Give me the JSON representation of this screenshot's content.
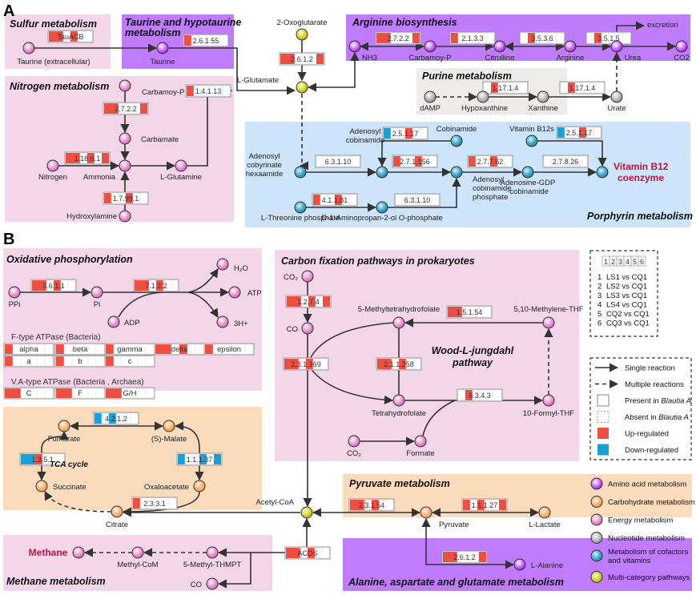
{
  "panels": {
    "A": "A",
    "B": "B"
  },
  "colors": {
    "up": "#ef4e43",
    "down": "#1a9fd6",
    "amino": "#b53ce8",
    "carbohydrate": "#f5a860",
    "energy": "#e37fc6",
    "nucleotide": "#a8a8a8",
    "cofactor": "#2f9cbd",
    "multi": "#d4cf2a",
    "bg_purple": "#c07cff",
    "bg_pink": "#f3d7e8",
    "bg_blue": "#cde4fb",
    "bg_orange": "#fadcbd",
    "bg_gray": "#efebeb",
    "highlight_red": "#b5173f"
  },
  "boxes": [
    {
      "id": "sulfur",
      "title": "Sulfur metabolism"
    },
    {
      "id": "taurine",
      "title": "Taurine and hypotaurine",
      "title2": "metabolism"
    },
    {
      "id": "nitrogen",
      "title": "Nitrogen metabolism"
    },
    {
      "id": "arginine",
      "title": "Arginine biosynthesis"
    },
    {
      "id": "purine",
      "title": "Purine metabolism"
    },
    {
      "id": "porphyrin",
      "title": "Porphyrin metabolism"
    },
    {
      "id": "oxphos",
      "title": "Oxidative phosphorylation"
    },
    {
      "id": "carbonfix",
      "title": "Carbon fixation pathways in prokaryotes"
    },
    {
      "id": "tca",
      "title": "TCA cycle"
    },
    {
      "id": "pyruvate",
      "title": "Pyruvate metabolism"
    },
    {
      "id": "methane",
      "title": "Methane metabolism"
    },
    {
      "id": "alanine",
      "title": "Alanine, aspartate and glutamate metabolism"
    },
    {
      "id": "wood",
      "title": "Wood-L-jungdahl",
      "title2": "pathway"
    }
  ],
  "nodes": [
    {
      "id": "taurine_ext",
      "label": "Taurine (extracellular)",
      "type": "energy"
    },
    {
      "id": "taurine",
      "label": "Taurine",
      "type": "amino"
    },
    {
      "id": "oxoglutarate",
      "label": "2-Oxoglutarate",
      "type": "multi"
    },
    {
      "id": "glutamate",
      "label": "L-Glutamate",
      "type": "multi"
    },
    {
      "id": "nh3",
      "label": "NH3",
      "type": "amino"
    },
    {
      "id": "carbamoylp_a",
      "label": "Carbamoy-P",
      "type": "amino"
    },
    {
      "id": "citrulline",
      "label": "Citrulline",
      "type": "amino"
    },
    {
      "id": "arginine",
      "label": "Arginine",
      "type": "amino"
    },
    {
      "id": "urea",
      "label": "Urea",
      "type": "amino"
    },
    {
      "id": "co2_a",
      "label": "CO2",
      "type": "amino"
    },
    {
      "id": "excretion",
      "label": "excretion",
      "type": "text"
    },
    {
      "id": "damp",
      "label": "dAMP",
      "type": "nucleotide"
    },
    {
      "id": "hypoxanthine",
      "label": "Hypoxanthine",
      "type": "nucleotide"
    },
    {
      "id": "xanthine",
      "label": "Xanthine",
      "type": "nucleotide"
    },
    {
      "id": "urate",
      "label": "Urate",
      "type": "nucleotide"
    },
    {
      "id": "carbamoylp_n",
      "label": "Carbamoy-P",
      "type": "energy"
    },
    {
      "id": "carbamate",
      "label": "Carbamate",
      "type": "energy"
    },
    {
      "id": "nitrogen",
      "label": "Nitrogen",
      "type": "energy"
    },
    {
      "id": "ammonia",
      "label": "Ammonia",
      "type": "energy"
    },
    {
      "id": "lglutamine",
      "label": "L-Glutamine",
      "type": "energy"
    },
    {
      "id": "hydroxylamine",
      "label": "Hydroxylamine",
      "type": "energy"
    },
    {
      "id": "adocbh",
      "label": "Adenosyl|cobyrinate|hexaamide",
      "type": "cofactor"
    },
    {
      "id": "adocbi",
      "label": "Adenosyl|cobinamide",
      "type": "cofactor"
    },
    {
      "id": "cobinamide",
      "label": "Cobinamide",
      "type": "cofactor"
    },
    {
      "id": "adocbip",
      "label": "Adenosyl|cobinamide|phosphate",
      "type": "cofactor"
    },
    {
      "id": "adogdp",
      "label": "Adenosine-GDP|-cobinamide",
      "type": "cofactor"
    },
    {
      "id": "b12s",
      "label": "Vitamin B12s",
      "type": "cofactor"
    },
    {
      "id": "b12co",
      "label": "Vitamin B12|coenzyme",
      "type": "cofactor"
    },
    {
      "id": "thrp",
      "label": "L-Threonine phosphate",
      "type": "cofactor"
    },
    {
      "id": "d1amino",
      "label": "D-1-Aminopropan-2-ol O-phosphate",
      "type": "cofactor"
    },
    {
      "id": "ppi",
      "label": "PPi",
      "type": "energy"
    },
    {
      "id": "pi",
      "label": "Pi",
      "type": "energy"
    },
    {
      "id": "adp",
      "label": "ADP",
      "type": "energy"
    },
    {
      "id": "h2o",
      "label": "H₂O",
      "type": "energy"
    },
    {
      "id": "atp",
      "label": "ATP",
      "type": "energy"
    },
    {
      "id": "h3",
      "label": "3H+",
      "type": "energy"
    },
    {
      "id": "co2_b1",
      "label": "CO₂",
      "type": "energy"
    },
    {
      "id": "co_b",
      "label": "CO",
      "type": "energy"
    },
    {
      "id": "mthf",
      "label": "5-Methyltetrahydrofolate",
      "type": "energy"
    },
    {
      "id": "methylenethf",
      "label": "5,10-Methylene-THF",
      "type": "energy"
    },
    {
      "id": "thf",
      "label": "Tetrahydrofolate",
      "type": "energy"
    },
    {
      "id": "formylthf",
      "label": "10-Formyl-THF",
      "type": "energy"
    },
    {
      "id": "co2_b2",
      "label": "CO₂",
      "type": "energy"
    },
    {
      "id": "formate",
      "label": "Formate",
      "type": "energy"
    },
    {
      "id": "fumarate",
      "label": "Fumarate",
      "type": "carbohydrate"
    },
    {
      "id": "malate",
      "label": "(S)-Malate",
      "type": "carbohydrate"
    },
    {
      "id": "succinate",
      "label": "Succinate",
      "type": "carbohydrate"
    },
    {
      "id": "oxaloacetate",
      "label": "Oxaloacetate",
      "type": "carbohydrate"
    },
    {
      "id": "citrate",
      "label": "Citrate",
      "type": "carbohydrate"
    },
    {
      "id": "acetylcoa",
      "label": "Acetyl-CoA",
      "type": "multi"
    },
    {
      "id": "pyruvate",
      "label": "Pyruvate",
      "type": "carbohydrate"
    },
    {
      "id": "lactate",
      "label": "L-Lactate",
      "type": "carbohydrate"
    },
    {
      "id": "alanine",
      "label": "L-Alanine",
      "type": "amino"
    },
    {
      "id": "methane",
      "label": "Methane",
      "type": "energy"
    },
    {
      "id": "methylcom",
      "label": "Methyl-CoM",
      "type": "energy"
    },
    {
      "id": "methylthmpt",
      "label": "5-Methyl-THMPT",
      "type": "energy"
    },
    {
      "id": "co_m",
      "label": "CO",
      "type": "energy"
    }
  ],
  "enzymes": [
    {
      "id": "tauacb",
      "label": "TauACB",
      "cells": [
        "up",
        "up",
        "none",
        "up",
        "none",
        "none"
      ]
    },
    {
      "id": "e26155",
      "label": "2.6.1.55",
      "cells": [
        "up",
        "none",
        "none",
        "none",
        "none",
        "none"
      ]
    },
    {
      "id": "e2612a",
      "label": "2.6.1.2",
      "cells": [
        "up",
        "up",
        "none",
        "none",
        "none",
        "up"
      ]
    },
    {
      "id": "e2722a",
      "label": "2.7.2.2",
      "cells": [
        "up",
        "up",
        "none",
        "none",
        "none",
        "up"
      ]
    },
    {
      "id": "e21333",
      "label": "2.1.3.3",
      "cells": [
        "up",
        "none",
        "none",
        "none",
        "none",
        "none"
      ]
    },
    {
      "id": "e3536",
      "label": "3.5.3.6",
      "cells": [
        "none",
        "up",
        "none",
        "none",
        "none",
        "none"
      ]
    },
    {
      "id": "e3515",
      "label": "3.5.1.5",
      "cells": [
        "none",
        "up",
        "none",
        "none",
        "none",
        "none"
      ]
    },
    {
      "id": "e11714a",
      "label": "1.17.1.4",
      "cells": [
        "none",
        "up",
        "none",
        "none",
        "none",
        "none"
      ]
    },
    {
      "id": "e11714b",
      "label": "1.17.1.4",
      "cells": [
        "none",
        "up",
        "none",
        "none",
        "none",
        "none"
      ]
    },
    {
      "id": "e14113",
      "label": "1.4.1.13",
      "cells": [
        "up",
        "none",
        "none",
        "none",
        "none",
        "none"
      ]
    },
    {
      "id": "e2722n",
      "label": "2.7.2.2",
      "cells": [
        "up",
        "up",
        "none",
        "none",
        "none",
        "up"
      ]
    },
    {
      "id": "e11861",
      "label": "1.18.6.1",
      "cells": [
        "up",
        "up",
        "none",
        "up",
        "none",
        "up"
      ]
    },
    {
      "id": "e17991",
      "label": "1.7.99.1",
      "cells": [
        "up",
        "none",
        "none",
        "up",
        "none",
        "none"
      ]
    },
    {
      "id": "e25117a",
      "label": "2.5.1.17",
      "cells": [
        "down",
        "none",
        "none",
        "up",
        "none",
        "none"
      ]
    },
    {
      "id": "e63110a",
      "label": "6.3.1.10",
      "cells": [
        "none",
        "none",
        "none",
        "none",
        "none",
        "none"
      ]
    },
    {
      "id": "e271156",
      "label": "2.7.1.156",
      "cells": [
        "up",
        "none",
        "none",
        "up",
        "none",
        "none"
      ]
    },
    {
      "id": "e27762",
      "label": "2.7.7.62",
      "cells": [
        "up",
        "none",
        "none",
        "up",
        "none",
        "none"
      ]
    },
    {
      "id": "e25117b",
      "label": "2.5.1.17",
      "cells": [
        "down",
        "none",
        "none",
        "up",
        "none",
        "none"
      ]
    },
    {
      "id": "e27826",
      "label": "2.7.8.26",
      "cells": [
        "none",
        "none",
        "none",
        "none",
        "none",
        "none"
      ]
    },
    {
      "id": "e41181",
      "label": "4.1.1.81",
      "cells": [
        "up",
        "none",
        "none",
        "up",
        "none",
        "none"
      ]
    },
    {
      "id": "e63110b",
      "label": "6.3.1.10",
      "cells": [
        "none",
        "none",
        "none",
        "none",
        "none",
        "none"
      ]
    },
    {
      "id": "e3611",
      "label": "3.6.1.1",
      "cells": [
        "up",
        "up",
        "none",
        "up",
        "none",
        "none"
      ]
    },
    {
      "id": "e7122",
      "label": "7.1.2.2",
      "cells": [
        "up",
        "up",
        "none",
        "up",
        "none",
        "none"
      ]
    },
    {
      "id": "alpha",
      "label": "alpha",
      "cells": [
        "up",
        "none",
        "none",
        "none",
        "none",
        "none"
      ]
    },
    {
      "id": "beta",
      "label": "beta",
      "cells": [
        "up",
        "none",
        "none",
        "none",
        "none",
        "none"
      ]
    },
    {
      "id": "gamma",
      "label": "gamma",
      "cells": [
        "up",
        "none",
        "none",
        "none",
        "none",
        "none"
      ]
    },
    {
      "id": "delta",
      "label": "delta",
      "cells": [
        "up",
        "up",
        "none",
        "up",
        "none",
        "none"
      ]
    },
    {
      "id": "epsilon",
      "label": "epsilon",
      "cells": [
        "up",
        "none",
        "none",
        "none",
        "none",
        "none"
      ]
    },
    {
      "id": "a",
      "label": "a",
      "cells": [
        "up",
        "none",
        "none",
        "none",
        "none",
        "none"
      ]
    },
    {
      "id": "b",
      "label": "b",
      "cells": [
        "up",
        "none",
        "none",
        "none",
        "none",
        "none"
      ]
    },
    {
      "id": "c",
      "label": "c",
      "cells": [
        "up",
        "none",
        "none",
        "none",
        "none",
        "none"
      ]
    },
    {
      "id": "vC",
      "label": "C",
      "cells": [
        "up",
        "up",
        "none",
        "none",
        "none",
        "none"
      ]
    },
    {
      "id": "vF",
      "label": "F",
      "cells": [
        "up",
        "up",
        "none",
        "none",
        "none",
        "none"
      ]
    },
    {
      "id": "vGH",
      "label": "G/H",
      "cells": [
        "up",
        "up",
        "none",
        "none",
        "none",
        "none"
      ]
    },
    {
      "id": "e1274",
      "label": "1.2.7.4",
      "cells": [
        "up",
        "up",
        "none",
        "up",
        "none",
        "up"
      ]
    },
    {
      "id": "e23169",
      "label": "2.3.1.169",
      "cells": [
        "up",
        "up",
        "none",
        "up",
        "none",
        "none"
      ]
    },
    {
      "id": "e21258",
      "label": "2.1.1.258",
      "cells": [
        "up",
        "up",
        "none",
        "up",
        "none",
        "none"
      ]
    },
    {
      "id": "e15154",
      "label": "1.5.1.54",
      "cells": [
        "up",
        "up",
        "none",
        "none",
        "none",
        "none"
      ]
    },
    {
      "id": "e6343",
      "label": "6.3.4.3",
      "cells": [
        "none",
        "up",
        "none",
        "none",
        "none",
        "none"
      ]
    },
    {
      "id": "e4212",
      "label": "4.2.1.2",
      "cells": [
        "down",
        "none",
        "down",
        "none",
        "none",
        "none"
      ]
    },
    {
      "id": "e1351",
      "label": "1.3.5.1",
      "cells": [
        "down",
        "down",
        "up",
        "none",
        "none",
        "none"
      ]
    },
    {
      "id": "e11137",
      "label": "1.1.1.37",
      "cells": [
        "down",
        "none",
        "none",
        "down",
        "none",
        "down"
      ]
    },
    {
      "id": "e2331",
      "label": "2.3.3.1",
      "cells": [
        "up",
        "none",
        "none",
        "none",
        "none",
        "none"
      ]
    },
    {
      "id": "e23154",
      "label": "2.3.1.54",
      "cells": [
        "up",
        "up",
        "none",
        "up",
        "none",
        "none"
      ]
    },
    {
      "id": "e11127",
      "label": "1.1.1.27",
      "cells": [
        "up",
        "none",
        "up",
        "none",
        "none",
        "up"
      ]
    },
    {
      "id": "e2612b",
      "label": "2.6.1.2",
      "cells": [
        "up",
        "up",
        "none",
        "none",
        "none",
        "up"
      ]
    },
    {
      "id": "acds",
      "label": "ACDS",
      "cells": [
        "up",
        "up",
        "none",
        "up",
        "none",
        "none"
      ]
    }
  ],
  "legend_comparisons": {
    "header": [
      "1",
      "2",
      "3",
      "4",
      "5",
      "6"
    ],
    "items": [
      {
        "n": "1",
        "text": "LS1  vs CQ1"
      },
      {
        "n": "2",
        "text": "LS2  vs CQ1"
      },
      {
        "n": "3",
        "text": "LS3  vs CQ1"
      },
      {
        "n": "4",
        "text": "LS4  vs CQ1"
      },
      {
        "n": "5",
        "text": "CQ2 vs CQ1"
      },
      {
        "n": "6",
        "text": "CQ3 vs CQ1"
      }
    ]
  },
  "legend_symbols": [
    {
      "key": "single",
      "text": "Single reaction"
    },
    {
      "key": "multiple",
      "text": "Multiple reactions"
    },
    {
      "key": "present",
      "text": "Present in ",
      "italic": "Blautia A"
    },
    {
      "key": "absent",
      "text": "Absent in ",
      "italic": "Blautia A"
    },
    {
      "key": "up",
      "text": "Up-regulated"
    },
    {
      "key": "down",
      "text": "Down-regulated"
    }
  ],
  "legend_categories": [
    {
      "type": "amino",
      "text": "Amino acid metabolism"
    },
    {
      "type": "carbohydrate",
      "text": "Carbohydrate metabolism"
    },
    {
      "type": "energy",
      "text": "Energy metabolism"
    },
    {
      "type": "nucleotide",
      "text": "Nucleotide metabolism"
    },
    {
      "type": "cofactor",
      "text": "Metabolism of cofactors",
      "text2": "and vitamins"
    },
    {
      "type": "multi",
      "text": "Multi-category pathways"
    }
  ],
  "subtitles": {
    "ftype": "F-type ATPase (Bacteria)",
    "vatype": "V.A-type ATPase (Bacteria , Archaea)"
  }
}
